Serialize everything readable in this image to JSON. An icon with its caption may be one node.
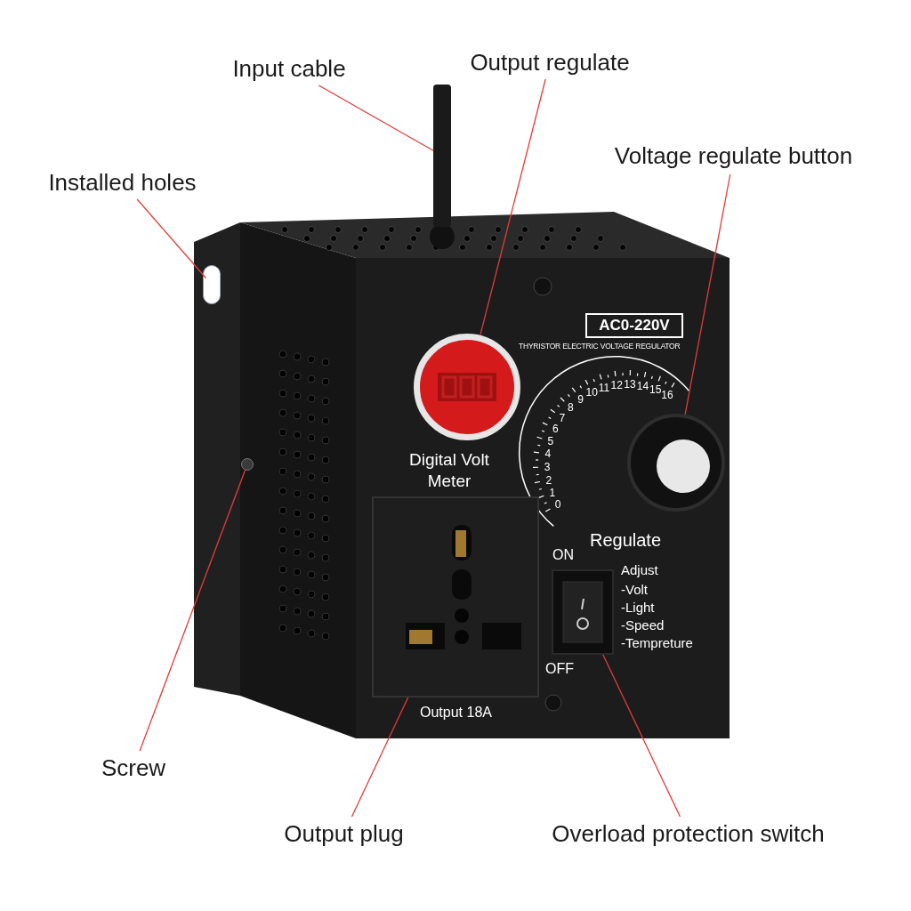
{
  "diagram": {
    "nodes": [
      {
        "text": [
          "Installed holes"
        ]
      },
      {
        "text": [
          "Input cable"
        ]
      },
      {
        "text": [
          "Output regulate"
        ]
      },
      {
        "text": [
          "Voltage regulate button"
        ]
      },
      {
        "text": [
          "Screw"
        ]
      },
      {
        "text": [
          "Output plug"
        ]
      },
      {
        "text": [
          "Overload protection switch"
        ]
      },
      {
        "text": [],
        "shape": "circle"
      },
      {
        "text": [],
        "shape": "bar"
      },
      {
        "text": [],
        "shape": "circle",
        "beside": [
          "Digital Volt Meter"
        ]
      },
      {
        "text": [],
        "shape": "circle"
      },
      {
        "text": [],
        "shape": "circle"
      },
      {
        "text": [],
        "shape": "box",
        "beside": [
          "Output 18A"
        ]
      },
      {
        "text": [],
        "shape": "box",
        "beside": [
          "ON",
          "OFF",
          "Adjust",
          "-Volt",
          "-Light",
          "-Speed",
          "-Tempreture"
        ]
      }
    ],
    "edges": [
      {
        "from": 0,
        "to": 7,
        "arrow": "none"
      },
      {
        "from": 1,
        "to": 8,
        "arrow": "none"
      },
      {
        "from": 2,
        "to": 9,
        "arrow": "none"
      },
      {
        "from": 3,
        "to": 10,
        "arrow": "none"
      },
      {
        "from": 4,
        "to": 11,
        "arrow": "none"
      },
      {
        "from": 5,
        "to": 12,
        "arrow": "none"
      },
      {
        "from": 6,
        "to": 13,
        "arrow": "none"
      }
    ],
    "labels": [
      "AC0-220V",
      "THYRISTOR ELECTRIC VOLTAGE REGULATOR",
      "0",
      "1",
      "2",
      "3",
      "4",
      "5",
      "6",
      "7",
      "8",
      "9",
      "10",
      "11",
      "12",
      "13",
      "14",
      "15",
      "16",
      "Regulate"
    ]
  }
}
